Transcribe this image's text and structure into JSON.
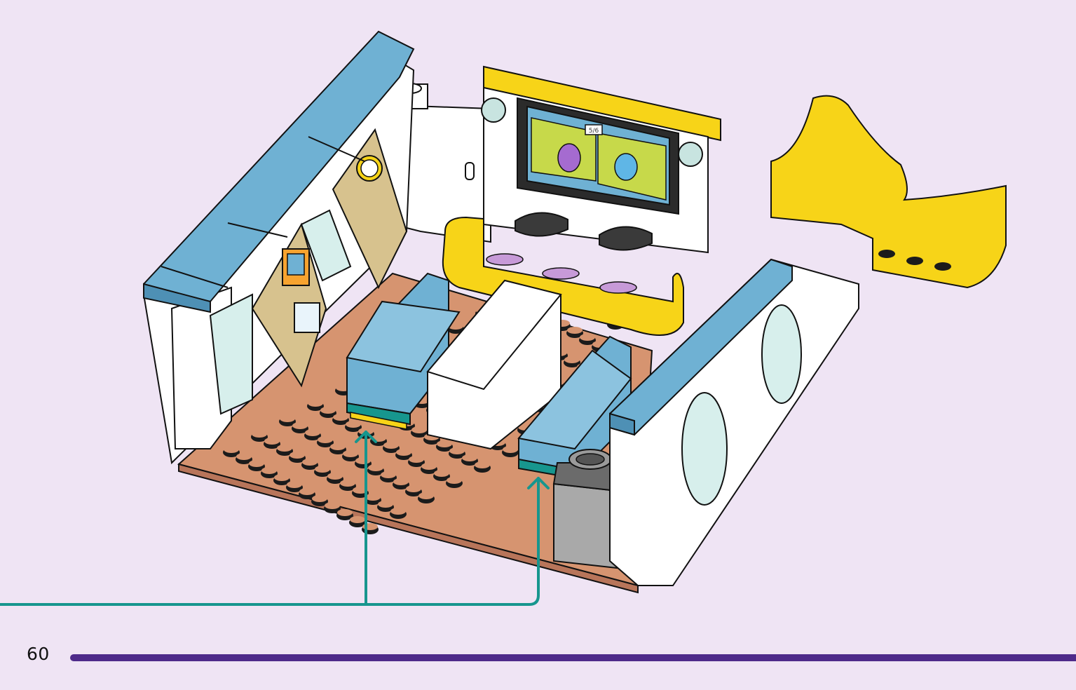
{
  "page": {
    "number": "60"
  },
  "illustration": {
    "subject": "brick-build-instruction-step",
    "screen": {
      "center_label": "5/6"
    }
  },
  "colors": {
    "background": "#efe4f4",
    "page_rule": "#4e2a8a",
    "callout_line": "#17968e",
    "baseplate": "#d69470",
    "blue_brick": "#6fb1d3",
    "yellow_brick": "#f7d418",
    "tan_panel": "#d7c28e"
  }
}
